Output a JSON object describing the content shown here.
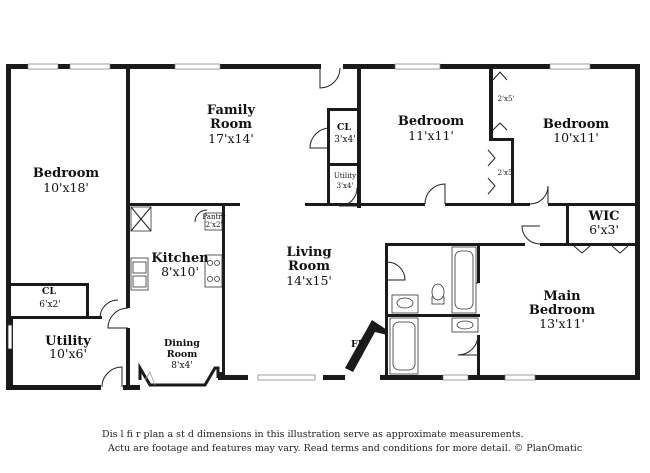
{
  "rooms": {
    "bedroom_left": {
      "name": "Bedroom",
      "dim": "10'x18'"
    },
    "family": {
      "name1": "Family",
      "name2": "Room",
      "dim": "17'x14'"
    },
    "bedroom_mid": {
      "name": "Bedroom",
      "dim": "11'x11'"
    },
    "bedroom_right": {
      "name": "Bedroom",
      "dim": "10'x11'"
    },
    "cl_top": {
      "name": "CL",
      "dim": "3'x4'"
    },
    "utility_small": {
      "name": "Utility",
      "dim": "3'x4'"
    },
    "closet_upper": {
      "dim": "2'x5'"
    },
    "closet_lower": {
      "dim": "2'x5'"
    },
    "wic": {
      "name": "WIC",
      "dim": "6'x3'"
    },
    "pantry": {
      "name": "Pantry",
      "dim": "2'x2'"
    },
    "kitchen": {
      "name": "Kitchen",
      "dim": "8'x10'"
    },
    "living": {
      "name1": "Living",
      "name2": "Room",
      "dim": "14'x15'"
    },
    "cl_left": {
      "name": "CL",
      "dim": "6'x2'"
    },
    "main_bedroom": {
      "name1": "Main",
      "name2": "Bedroom",
      "dim": "13'x11'"
    },
    "utility_large": {
      "name": "Utility",
      "dim": "10'x6'"
    },
    "dining": {
      "name1": "Dining",
      "name2": "Room",
      "dim": "8'x4'"
    },
    "fireplace": {
      "name": "FP"
    }
  },
  "disclaimer": {
    "line1": "Dis        l   fi   r  plan a   st   d dimensions in this illustration serve as approximate measurements.",
    "line2": "Actu      are footage and features may vary. Read terms and conditions for more detail. © PlanOmatic"
  }
}
